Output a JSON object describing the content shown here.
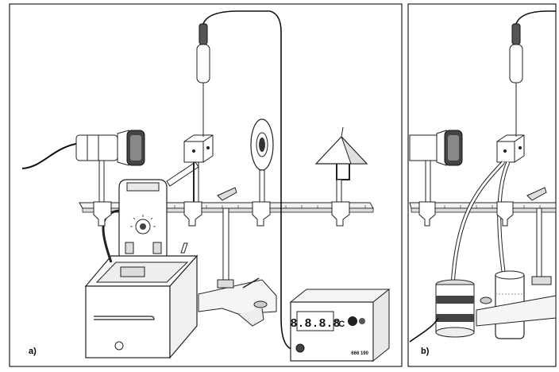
{
  "panels": [
    {
      "label": "a)"
    },
    {
      "label": "b)"
    }
  ],
  "display": {
    "digits": "8.8.8.8",
    "unit": "°C",
    "model": "666 190"
  }
}
